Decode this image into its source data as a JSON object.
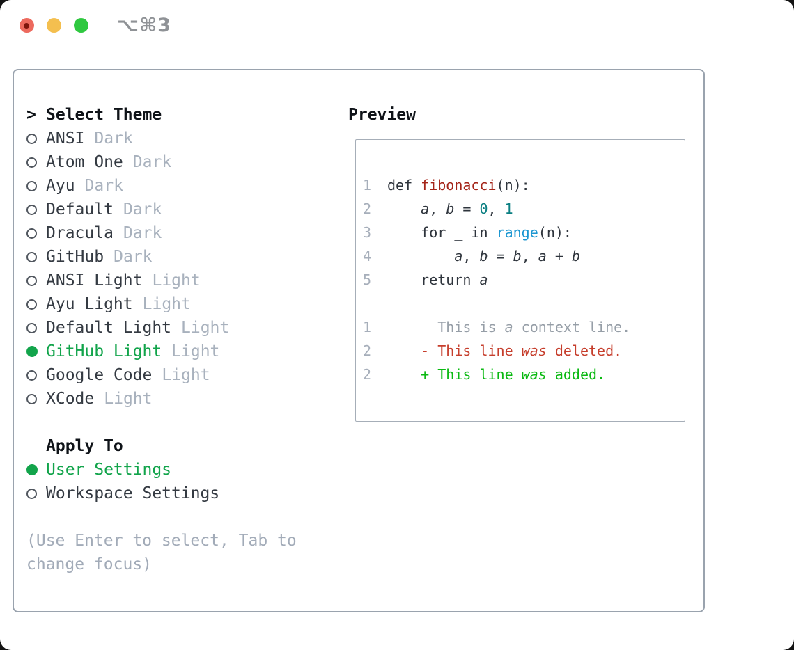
{
  "window": {
    "title": "⌥⌘3",
    "traffic_lights": [
      {
        "name": "close",
        "color": "#ed6a5e",
        "dot_color": "#7e150c"
      },
      {
        "name": "minimize",
        "color": "#f4bf4f"
      },
      {
        "name": "zoom",
        "color": "#2fc840"
      }
    ]
  },
  "theme_list": {
    "prompt": ">",
    "header": "Select Theme",
    "items": [
      {
        "name": "ANSI",
        "tag": "Dark",
        "selected": false
      },
      {
        "name": "Atom One",
        "tag": "Dark",
        "selected": false
      },
      {
        "name": "Ayu",
        "tag": "Dark",
        "selected": false
      },
      {
        "name": "Default",
        "tag": "Dark",
        "selected": false
      },
      {
        "name": "Dracula",
        "tag": "Dark",
        "selected": false
      },
      {
        "name": "GitHub",
        "tag": "Dark",
        "selected": false
      },
      {
        "name": "ANSI Light",
        "tag": "Light",
        "selected": false
      },
      {
        "name": "Ayu Light",
        "tag": "Light",
        "selected": false
      },
      {
        "name": "Default Light",
        "tag": "Light",
        "selected": false
      },
      {
        "name": "GitHub Light",
        "tag": "Light",
        "selected": true
      },
      {
        "name": "Google Code",
        "tag": "Light",
        "selected": false
      },
      {
        "name": "XCode",
        "tag": "Light",
        "selected": false
      }
    ]
  },
  "apply_to": {
    "header": "Apply To",
    "options": [
      {
        "name": "User Settings",
        "selected": true
      },
      {
        "name": "Workspace Settings",
        "selected": false
      }
    ]
  },
  "help_text": "(Use Enter to select, Tab to change focus)",
  "preview": {
    "label": "Preview",
    "lines": [
      {
        "num": "1",
        "segments": [
          [
            "k",
            "def "
          ],
          [
            "fn",
            "fibonacci"
          ],
          [
            "p",
            "(n):"
          ]
        ]
      },
      {
        "num": "2",
        "segments": [
          [
            "p",
            "    "
          ],
          [
            "v",
            "a"
          ],
          [
            "p",
            ", "
          ],
          [
            "v",
            "b"
          ],
          [
            "p",
            " = "
          ],
          [
            "num",
            "0"
          ],
          [
            "p",
            ", "
          ],
          [
            "num",
            "1"
          ]
        ]
      },
      {
        "num": "3",
        "segments": [
          [
            "p",
            "    "
          ],
          [
            "k",
            "for"
          ],
          [
            "p",
            " _ "
          ],
          [
            "k",
            "in"
          ],
          [
            "p",
            " "
          ],
          [
            "bi",
            "range"
          ],
          [
            "p",
            "(n):"
          ]
        ]
      },
      {
        "num": "4",
        "segments": [
          [
            "p",
            "        "
          ],
          [
            "v",
            "a"
          ],
          [
            "p",
            ", "
          ],
          [
            "v",
            "b"
          ],
          [
            "p",
            " = "
          ],
          [
            "v",
            "b"
          ],
          [
            "p",
            ", "
          ],
          [
            "v",
            "a"
          ],
          [
            "p",
            " + "
          ],
          [
            "v",
            "b"
          ]
        ]
      },
      {
        "num": "5",
        "segments": [
          [
            "p",
            "    "
          ],
          [
            "k",
            "return"
          ],
          [
            "p",
            " "
          ],
          [
            "v",
            "a"
          ]
        ]
      },
      {
        "num": "",
        "segments": []
      },
      {
        "num": "1",
        "segments": [
          [
            "ctx",
            "      This is "
          ],
          [
            "ctx_i",
            "a"
          ],
          [
            "ctx",
            " context line."
          ]
        ]
      },
      {
        "num": "2",
        "segments": [
          [
            "del",
            "    - This line "
          ],
          [
            "del_i",
            "was"
          ],
          [
            "del",
            " deleted."
          ]
        ]
      },
      {
        "num": "2",
        "segments": [
          [
            "add",
            "    + This line "
          ],
          [
            "add_i",
            "was"
          ],
          [
            "add",
            " added."
          ]
        ]
      }
    ]
  },
  "colors": {
    "accent_selected_green": "#12a44b",
    "added_green": "#0ab912",
    "deleted_red": "#c63e2c",
    "function_red": "#a42418",
    "number_teal": "#0b7f82",
    "builtin_blue": "#1a96d1",
    "muted_gray": "#a8b1bd",
    "text_dark": "#2e343c",
    "panel_border": "#9aa3ae"
  }
}
